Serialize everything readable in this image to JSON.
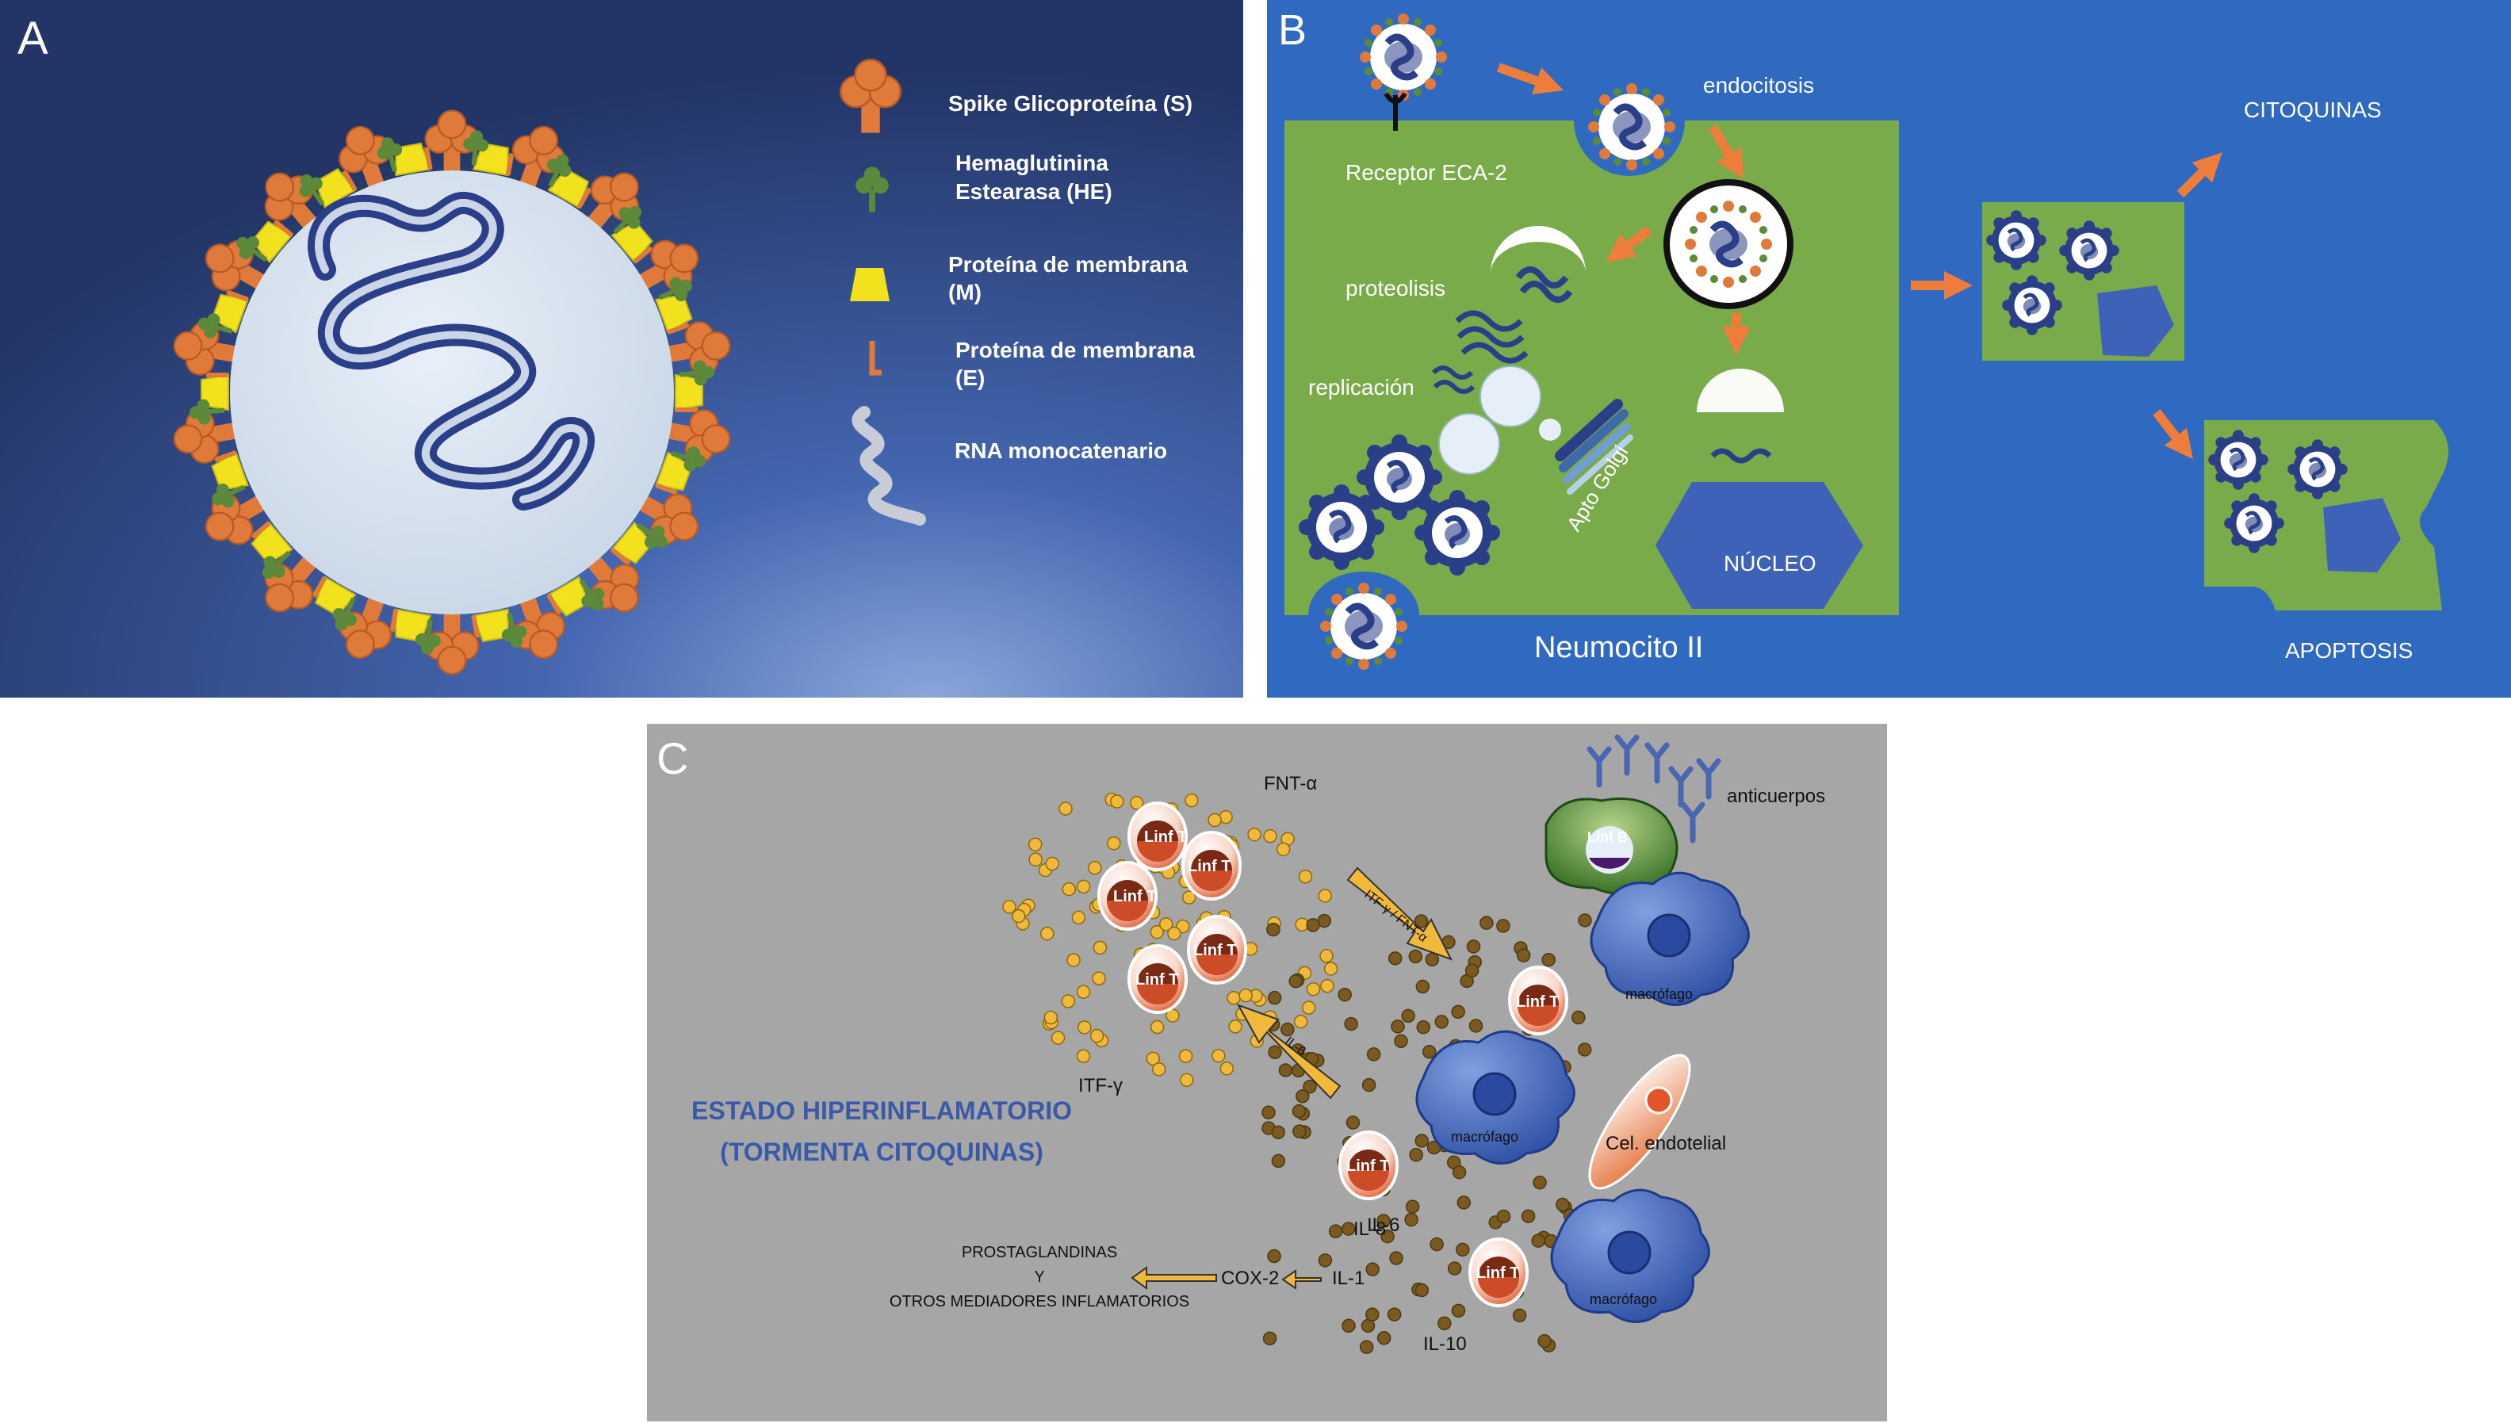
{
  "colors": {
    "panel_a_bg": "#2c3f73",
    "panel_b_bg": "#2f6ac0",
    "panel_c_bg": "#a6a6a6",
    "cell_green": "#7aab4a",
    "spike_orange": "#e07a3a",
    "he_green": "#5a8a3a",
    "membrane_yellow": "#f2e21e",
    "rna_navy": "#2a3f88",
    "nucleus_blue": "#3d62b8",
    "dot_yellow": "#f0b93a",
    "dot_brown": "#7a5a20",
    "arrow_orange": "#ee7d3c",
    "title_blue": "#3a5aa8"
  },
  "panel_a": {
    "letter": "A",
    "legend": [
      {
        "icon": "spike-icon",
        "label": "Spike Glicoproteína (S)"
      },
      {
        "icon": "hemagglutinin-icon",
        "label_lines": [
          "Hemaglutinina",
          "Estearasa (HE)"
        ]
      },
      {
        "icon": "membrane-m-icon",
        "label_lines": [
          "Proteína de membrana",
          "(M)"
        ]
      },
      {
        "icon": "membrane-e-icon",
        "label_lines": [
          "Proteína de membrana",
          "(E)"
        ]
      },
      {
        "icon": "rna-icon",
        "label": "RNA monocatenario"
      }
    ]
  },
  "panel_b": {
    "letter": "B",
    "labels": {
      "endocitosis": "endocitosis",
      "receptor": "Receptor ECA-2",
      "proteolisis": "proteolisis",
      "replicacion": "replicación",
      "golgi": "Apto Golgi",
      "nucleo": "NÚCLEO",
      "cell": "Neumocito II",
      "citoquinas": "CITOQUINAS",
      "apoptosis": "APOPTOSIS"
    }
  },
  "panel_c": {
    "letter": "C",
    "title_lines": [
      "ESTADO HIPERINFLAMATORIO",
      "(TORMENTA CITOQUINAS)"
    ],
    "labels": {
      "fnt": "FNT-α",
      "anticuerpos": "anticuerpos",
      "linf_b": "Linf B",
      "linf_t": "Linf T",
      "macrofago": "macrófago",
      "itf": "ITF-γ",
      "arrow_itf": "ITF-γ / FNT-α",
      "arrow_il6": "IL-6",
      "endotelial": "Cel. endotelial",
      "il8": "IL-8",
      "il6": "IL-6",
      "il1": "IL-1",
      "il10": "IL-10",
      "cox2": "COX-2",
      "prostaglandinas_lines": [
        "PROSTAGLANDINAS",
        "Y",
        "OTROS MEDIADORES INFLAMATORIOS"
      ]
    }
  }
}
